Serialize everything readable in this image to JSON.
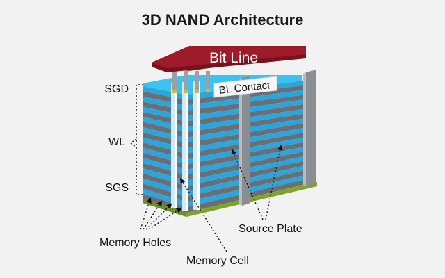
{
  "title": "3D NAND Architecture",
  "labels": {
    "bit_line": "Bit Line",
    "bl_contact": "BL Contact",
    "sgd": "SGD",
    "wl": "WL",
    "sgs": "SGS",
    "memory_holes": "Memory Holes",
    "memory_cell": "Memory Cell",
    "source_plate": "Source Plate"
  },
  "colors": {
    "bit_line": "#9e1c2a",
    "bit_line_shadow": "#7a111d",
    "layer_blue": "#2aa6dc",
    "layer_gray": "#6b6e75",
    "top_cap": "#3cc2ee",
    "source_plate": "#8a8d92",
    "base": "#9ac23c",
    "base_side": "#6e8e22",
    "contact": "#e0b43a",
    "background": "#f2f2f2"
  }
}
